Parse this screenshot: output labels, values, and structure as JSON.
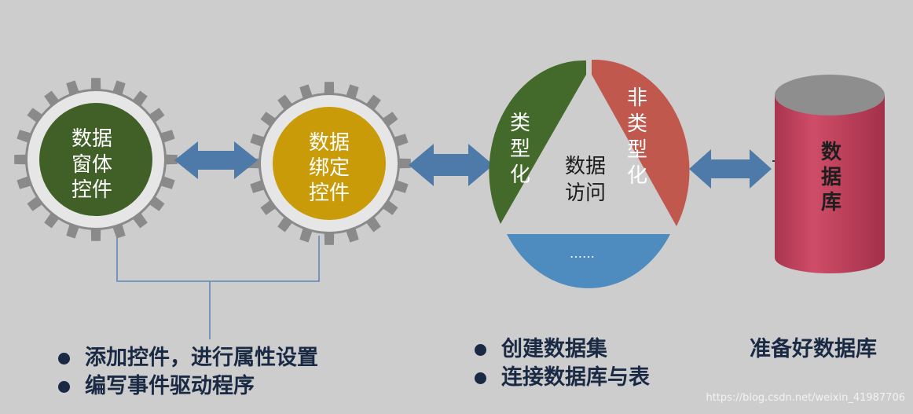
{
  "gears": [
    {
      "lines": [
        "数据",
        "窗体",
        "控件"
      ],
      "fill": "#416028"
    },
    {
      "lines": [
        "数据",
        "绑定",
        "控件"
      ],
      "fill": "#c99b08"
    }
  ],
  "circle": {
    "typed": [
      "类",
      "型",
      "化"
    ],
    "untyped": [
      "非",
      "类",
      "型",
      "化"
    ],
    "center": [
      "数据",
      "访问"
    ],
    "bottom": "……",
    "colors": {
      "typed": "#446a2b",
      "untyped": "#c0584e",
      "bottom": "#4e8bbf"
    }
  },
  "database": {
    "label": [
      "数",
      "据",
      "库"
    ],
    "color": "#c3415c"
  },
  "bullets_left": [
    "添加控件，进行属性设置",
    "编写事件驱动程序"
  ],
  "bullets_mid": [
    "创建数据集",
    "连接数据库与表"
  ],
  "db_caption": "准备好数据库",
  "watermark": "https://blog.csdn.net/weixin_41987706",
  "colors": {
    "arrow": "#4d7aa8",
    "gear": "#8a8a8a",
    "connector": "#5f86b5",
    "text_dark": "#1b2a44"
  }
}
